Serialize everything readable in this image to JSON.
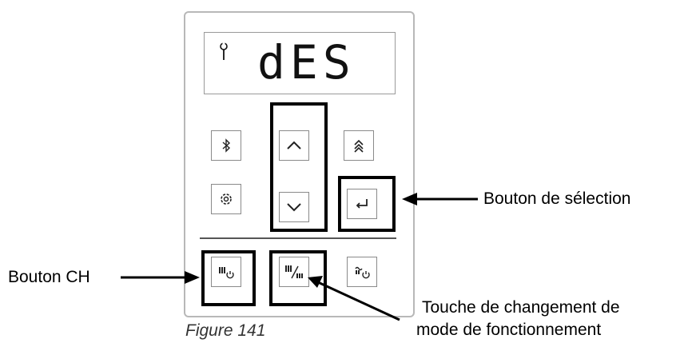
{
  "display": {
    "text": "dES",
    "icon": "wrench-icon"
  },
  "buttons": {
    "bluetooth": "bluetooth-icon",
    "up": "chevron-up-icon",
    "boost": "double-chevron-up-icon",
    "settings": "gear-icon",
    "down": "chevron-down-icon",
    "enter": "enter-icon",
    "ch": "ch-power-icon",
    "mode": "mode-switch-icon",
    "dhw": "dhw-power-icon"
  },
  "annotations": {
    "selection_label": "Bouton de sélection",
    "ch_label": "Bouton CH",
    "mode_label_line1": "Touche de changement de",
    "mode_label_line2": "mode de fonctionnement"
  },
  "caption": "Figure 141"
}
